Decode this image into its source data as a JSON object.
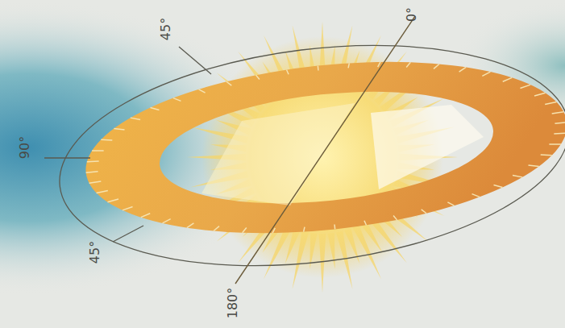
{
  "diagram": {
    "labels": [
      "0°",
      "45°",
      "90°",
      "45°",
      "180°"
    ]
  }
}
